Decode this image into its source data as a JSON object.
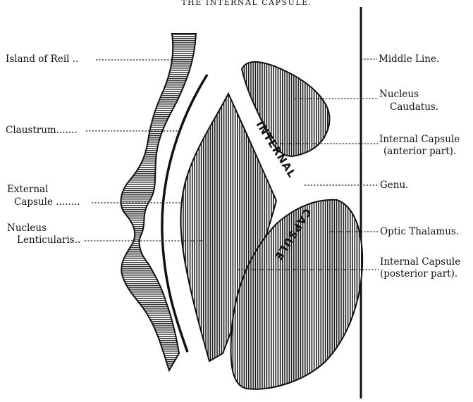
{
  "title": "THE INTERNAL CAPSULE.",
  "capsule_text": "INTERNAL CAPSULE",
  "labels_left": {
    "island_of_reil": "Island of Reil ..",
    "claustrum": "Claustrum.......",
    "external_capsule_line1": "External",
    "external_capsule_line2": "Capsule ........",
    "nucleus_lenticularis_line1": "Nucleus",
    "nucleus_lenticularis_line2": "Lenticularis.."
  },
  "labels_right": {
    "middle_line": "Middle Line.",
    "nucleus_caudatus_line1": "Nucleus",
    "nucleus_caudatus_line2": "Caudatus.",
    "internal_capsule_anterior_line1": "Internal Capsule",
    "internal_capsule_anterior_line2": "(anterior part).",
    "genu": "Genu.",
    "optic_thalamus": "Optic Thalamus.",
    "internal_capsule_posterior_line1": "Internal Capsule",
    "internal_capsule_posterior_line2": "(posterior part)."
  },
  "colors": {
    "ink": "#111111",
    "background": "#ffffff"
  }
}
